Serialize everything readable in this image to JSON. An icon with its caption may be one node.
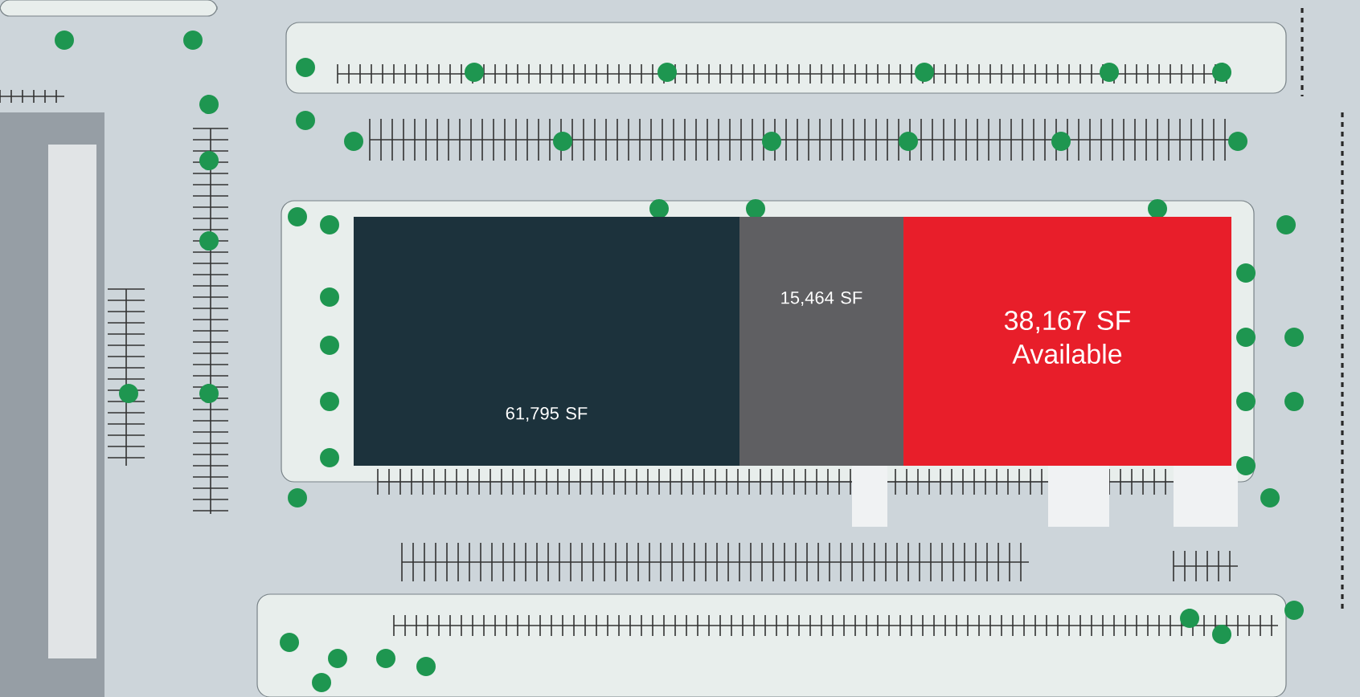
{
  "diagram": {
    "nodes": [
      {
        "text": [
          "61,795 SF"
        ]
      },
      {
        "text": [
          "15,464 SF"
        ]
      },
      {
        "text": [
          "38,167 SF Available"
        ]
      }
    ]
  }
}
